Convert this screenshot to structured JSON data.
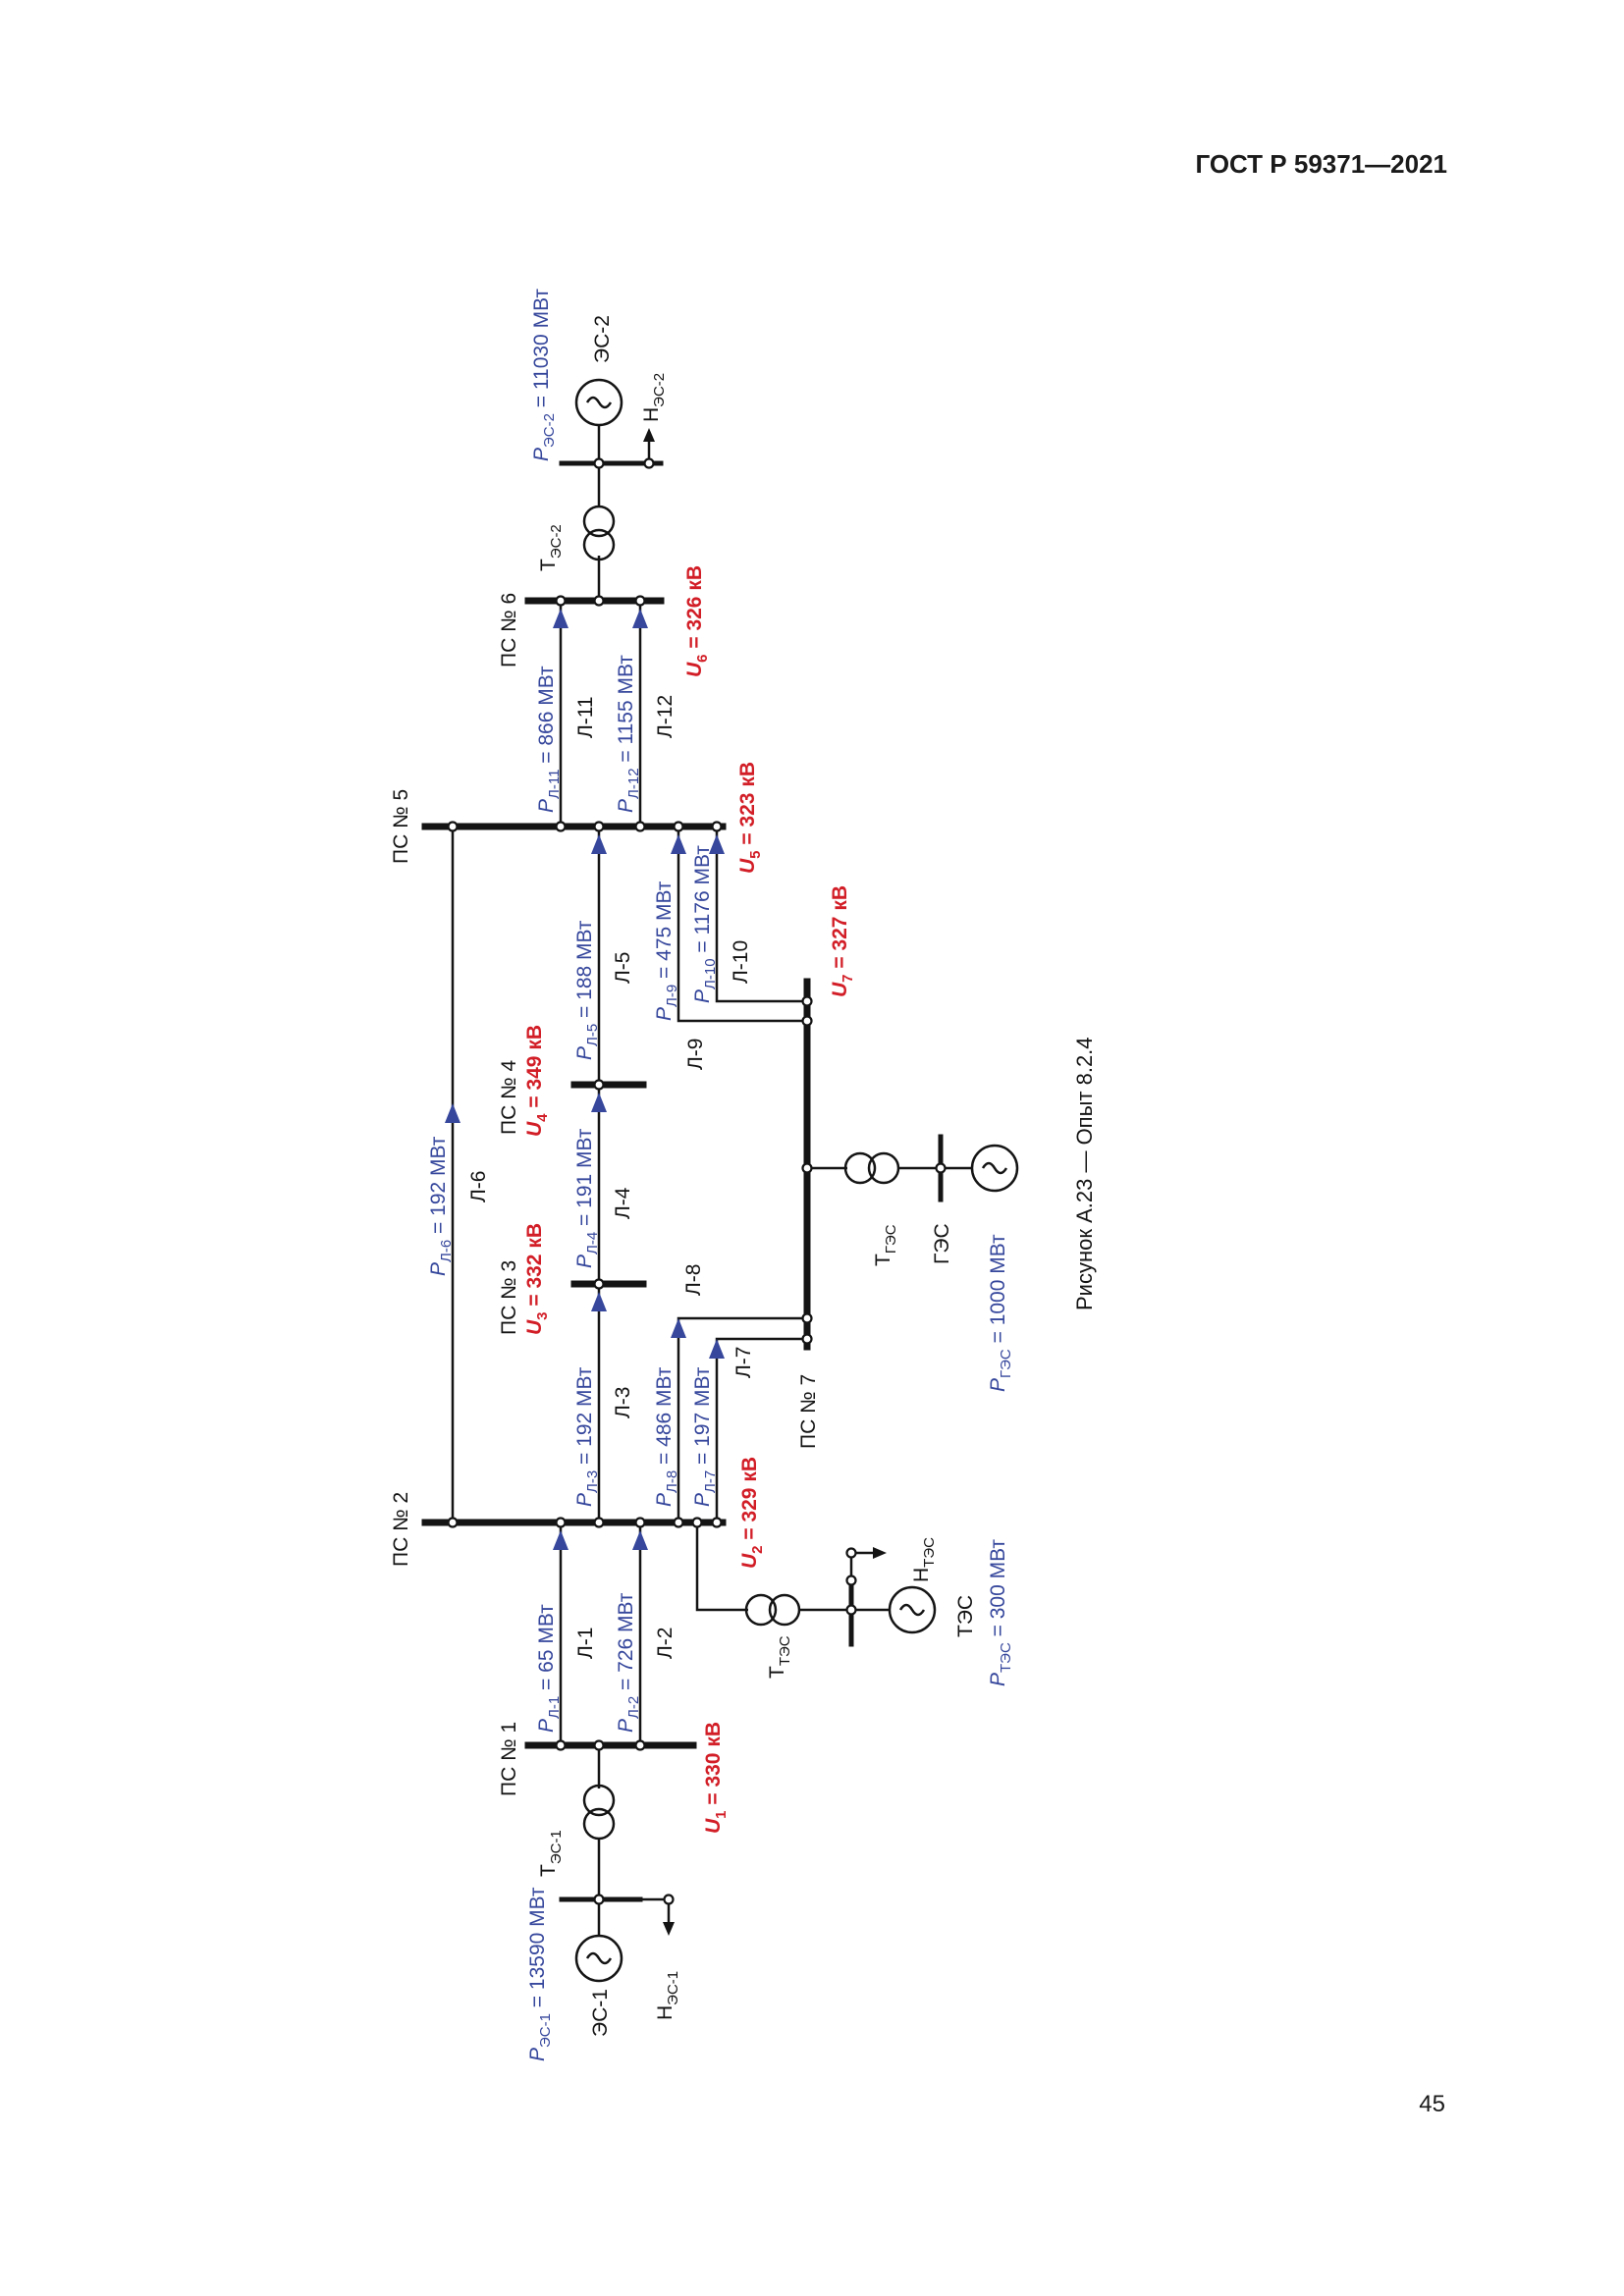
{
  "header": {
    "standard": "ГОСТ Р 59371—2021"
  },
  "footer": {
    "page_number": "45"
  },
  "figure": {
    "caption": "Рисунок А.23 — Опыт 8.2.4"
  },
  "substations": {
    "ps1": "ПС № 1",
    "ps2": "ПС № 2",
    "ps3": "ПС № 3",
    "ps4": "ПС № 4",
    "ps5": "ПС № 5",
    "ps6": "ПС № 6",
    "ps7": "ПС № 7"
  },
  "voltages": {
    "u1": {
      "sym": "U",
      "sub": "1",
      "val": " = 330 кВ"
    },
    "u2": {
      "sym": "U",
      "sub": "2",
      "val": " = 329 кВ"
    },
    "u3": {
      "sym": "U",
      "sub": "3",
      "val": " = 332 кВ"
    },
    "u4": {
      "sym": "U",
      "sub": "4",
      "val": " = 349 кВ"
    },
    "u5": {
      "sym": "U",
      "sub": "5",
      "val": " = 323 кВ"
    },
    "u6": {
      "sym": "U",
      "sub": "6",
      "val": " = 326 кВ"
    },
    "u7": {
      "sym": "U",
      "sub": "7",
      "val": " = 327 кВ"
    }
  },
  "lines": {
    "l1": "Л-1",
    "l2": "Л-2",
    "l3": "Л-3",
    "l4": "Л-4",
    "l5": "Л-5",
    "l6": "Л-6",
    "l7": "Л-7",
    "l8": "Л-8",
    "l9": "Л-9",
    "l10": "Л-10",
    "l11": "Л-11",
    "l12": "Л-12"
  },
  "flows": {
    "l1": {
      "sym": "P",
      "sub": "Л-1",
      "val": " = 65 МВт"
    },
    "l2": {
      "sym": "P",
      "sub": "Л-2",
      "val": " = 726 МВт"
    },
    "l3": {
      "sym": "P",
      "sub": "Л-3",
      "val": " = 192 МВт"
    },
    "l4": {
      "sym": "P",
      "sub": "Л-4",
      "val": " = 191 МВт"
    },
    "l5": {
      "sym": "P",
      "sub": "Л-5",
      "val": " = 188 МВт"
    },
    "l6": {
      "sym": "P",
      "sub": "Л-6",
      "val": " = 192 МВт"
    },
    "l7": {
      "sym": "P",
      "sub": "Л-7",
      "val": " = 197 МВт"
    },
    "l8": {
      "sym": "P",
      "sub": "Л-8",
      "val": " = 486 МВт"
    },
    "l9": {
      "sym": "P",
      "sub": "Л-9",
      "val": " = 475 МВт"
    },
    "l10": {
      "sym": "P",
      "sub": "Л-10",
      "val": " = 1176 МВт"
    },
    "l11": {
      "sym": "P",
      "sub": "Л-11",
      "val": " = 866 МВт"
    },
    "l12": {
      "sym": "P",
      "sub": "Л-12",
      "val": " = 1155 МВт"
    }
  },
  "plants": {
    "es1": {
      "name": "ЭС-1",
      "trafo_sym": "Т",
      "trafo_sub": "ЭС-1",
      "load_sym": "Н",
      "load_sub": "ЭС-1",
      "power": {
        "sym": "P",
        "sub": "ЭС-1",
        "val": " = 13590 МВт"
      }
    },
    "es2": {
      "name": "ЭС-2",
      "trafo_sym": "Т",
      "trafo_sub": "ЭС-2",
      "load_sym": "Н",
      "load_sub": "ЭС-2",
      "power": {
        "sym": "P",
        "sub": "ЭС-2",
        "val": " = 11030 МВт"
      }
    },
    "tes": {
      "name": "ТЭС",
      "trafo_sym": "Т",
      "trafo_sub": "ТЭС",
      "load_sym": "Н",
      "load_sub": "ТЭС",
      "power": {
        "sym": "P",
        "sub": "ТЭС",
        "val": " = 300 МВт"
      }
    },
    "ges": {
      "name": "ГЭС",
      "trafo_sym": "Т",
      "trafo_sub": "ГЭС",
      "power": {
        "sym": "P",
        "sub": "ГЭС",
        "val": " = 1000 МВт"
      }
    }
  },
  "colors": {
    "flow_label": "#36479c",
    "voltage_label": "#d21e27",
    "lines": "#141414"
  }
}
